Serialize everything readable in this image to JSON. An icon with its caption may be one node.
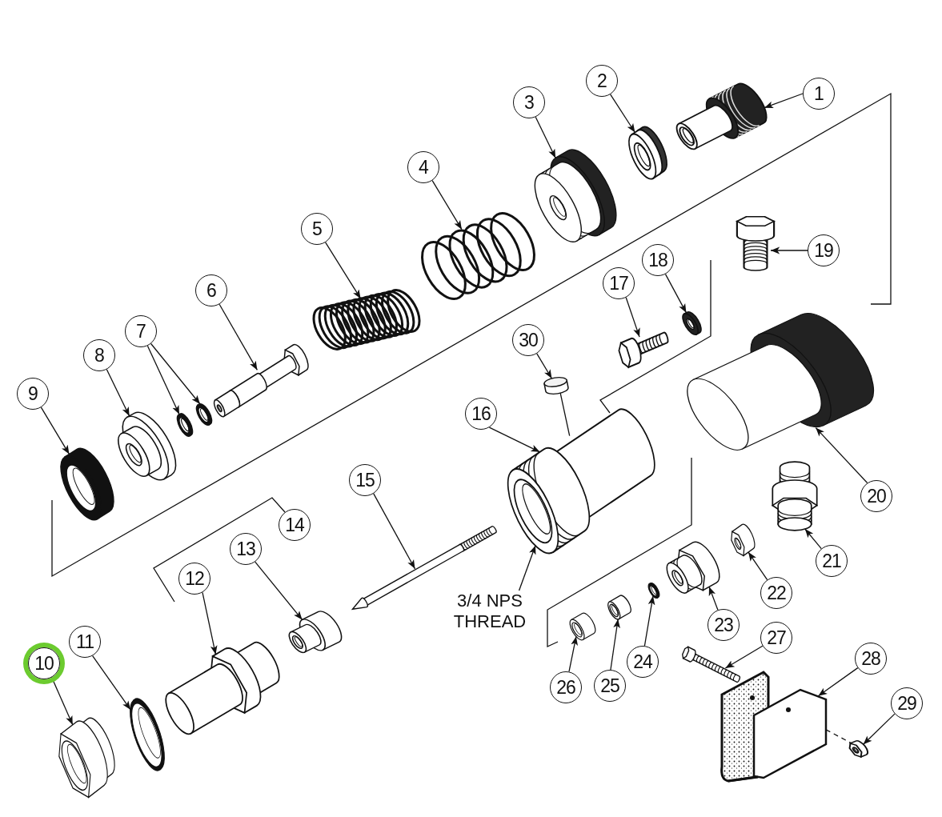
{
  "diagram": {
    "nodes": [
      {
        "text": [
          "1"
        ]
      },
      {
        "text": [
          "2"
        ]
      },
      {
        "text": [
          "3"
        ]
      },
      {
        "text": [
          "4"
        ]
      },
      {
        "text": [
          "5"
        ]
      },
      {
        "text": [
          "6"
        ]
      },
      {
        "text": [
          "7"
        ]
      },
      {
        "text": [
          "8"
        ]
      },
      {
        "text": [
          "9"
        ]
      },
      {
        "text": [
          "10"
        ]
      },
      {
        "text": [
          "11"
        ]
      },
      {
        "text": [
          "12"
        ]
      },
      {
        "text": [
          "13"
        ]
      },
      {
        "text": [
          "14"
        ]
      },
      {
        "text": [
          "15"
        ]
      },
      {
        "text": [
          "16"
        ]
      },
      {
        "text": [
          "17"
        ]
      },
      {
        "text": [
          "18"
        ]
      },
      {
        "text": [
          "19"
        ]
      },
      {
        "text": [
          "20"
        ]
      },
      {
        "text": [
          "21"
        ]
      },
      {
        "text": [
          "22"
        ]
      },
      {
        "text": [
          "23"
        ]
      },
      {
        "text": [
          "24"
        ]
      },
      {
        "text": [
          "25"
        ]
      },
      {
        "text": [
          "26"
        ]
      },
      {
        "text": [
          "27"
        ]
      },
      {
        "text": [
          "28"
        ]
      },
      {
        "text": [
          "29"
        ]
      },
      {
        "text": [
          "30"
        ]
      },
      {
        "text": [
          "3/4 NPS THREAD"
        ]
      },
      {
        "text": [],
        "shape": "picture"
      },
      {
        "text": [],
        "shape": "picture"
      },
      {
        "text": [],
        "shape": "picture"
      },
      {
        "text": [],
        "shape": "picture"
      },
      {
        "text": [],
        "shape": "picture"
      },
      {
        "text": [],
        "shape": "picture"
      },
      {
        "text": [],
        "shape": "picture"
      },
      {
        "text": [],
        "shape": "picture"
      },
      {
        "text": [],
        "shape": "picture"
      },
      {
        "text": [],
        "shape": "picture"
      },
      {
        "text": [],
        "shape": "picture"
      },
      {
        "text": [],
        "shape": "picture"
      },
      {
        "text": [],
        "shape": "picture"
      },
      {
        "text": [],
        "shape": "picture"
      },
      {
        "text": [],
        "shape": "picture"
      },
      {
        "text": [],
        "shape": "picture"
      },
      {
        "text": [],
        "shape": "picture"
      },
      {
        "text": [],
        "shape": "picture"
      },
      {
        "text": [],
        "shape": "picture"
      },
      {
        "text": [],
        "shape": "picture"
      },
      {
        "text": [],
        "shape": "picture"
      },
      {
        "text": [],
        "shape": "picture"
      },
      {
        "text": [],
        "shape": "picture"
      },
      {
        "text": [],
        "shape": "picture"
      },
      {
        "text": [],
        "shape": "picture"
      },
      {
        "text": [],
        "shape": "picture"
      },
      {
        "text": [],
        "shape": "picture"
      },
      {
        "text": [],
        "shape": "picture"
      },
      {
        "text": [],
        "shape": "picture"
      },
      {
        "text": [],
        "shape": "cylinder"
      }
    ],
    "edges": [
      {
        "from": 0,
        "to": 31,
        "arrow": "to"
      },
      {
        "from": 1,
        "to": 32,
        "arrow": "to"
      },
      {
        "from": 2,
        "to": 33,
        "arrow": "to"
      },
      {
        "from": 3,
        "to": 34,
        "arrow": "to"
      },
      {
        "from": 4,
        "to": 35,
        "arrow": "to"
      },
      {
        "from": 5,
        "to": 36,
        "arrow": "to"
      },
      {
        "from": 6,
        "to": 37,
        "arrow": "to"
      },
      {
        "from": 6,
        "to": 38,
        "arrow": "to"
      },
      {
        "from": 7,
        "to": 39,
        "arrow": "to"
      },
      {
        "from": 8,
        "to": 40,
        "arrow": "to"
      },
      {
        "from": 9,
        "to": 41,
        "arrow": "to"
      },
      {
        "from": 10,
        "to": 42,
        "arrow": "to"
      },
      {
        "from": 11,
        "to": 43,
        "arrow": "to"
      },
      {
        "from": 12,
        "to": 44,
        "arrow": "to"
      },
      {
        "from": 14,
        "to": 45,
        "arrow": "to"
      },
      {
        "from": 15,
        "to": 46,
        "arrow": "to"
      },
      {
        "from": 16,
        "to": 47,
        "arrow": "to"
      },
      {
        "from": 17,
        "to": 48,
        "arrow": "to"
      },
      {
        "from": 18,
        "to": 49,
        "arrow": "to"
      },
      {
        "from": 19,
        "to": 50,
        "arrow": "to"
      },
      {
        "from": 20,
        "to": 51,
        "arrow": "to"
      },
      {
        "from": 21,
        "to": 52,
        "arrow": "to"
      },
      {
        "from": 22,
        "to": 53,
        "arrow": "to"
      },
      {
        "from": 23,
        "to": 54,
        "arrow": "to"
      },
      {
        "from": 24,
        "to": 55,
        "arrow": "to"
      },
      {
        "from": 25,
        "to": 56,
        "arrow": "to"
      },
      {
        "from": 26,
        "to": 57,
        "arrow": "to"
      },
      {
        "from": 27,
        "to": 58,
        "arrow": "to"
      },
      {
        "from": 28,
        "to": 59,
        "arrow": "to"
      },
      {
        "from": 29,
        "to": 60,
        "arrow": "to"
      },
      {
        "from": 30,
        "to": 46,
        "arrow": "to"
      },
      {
        "from": 60,
        "to": 46,
        "arrow": "none"
      },
      {
        "from": 58,
        "to": 59,
        "arrow": "none",
        "style": "dashed"
      }
    ]
  }
}
